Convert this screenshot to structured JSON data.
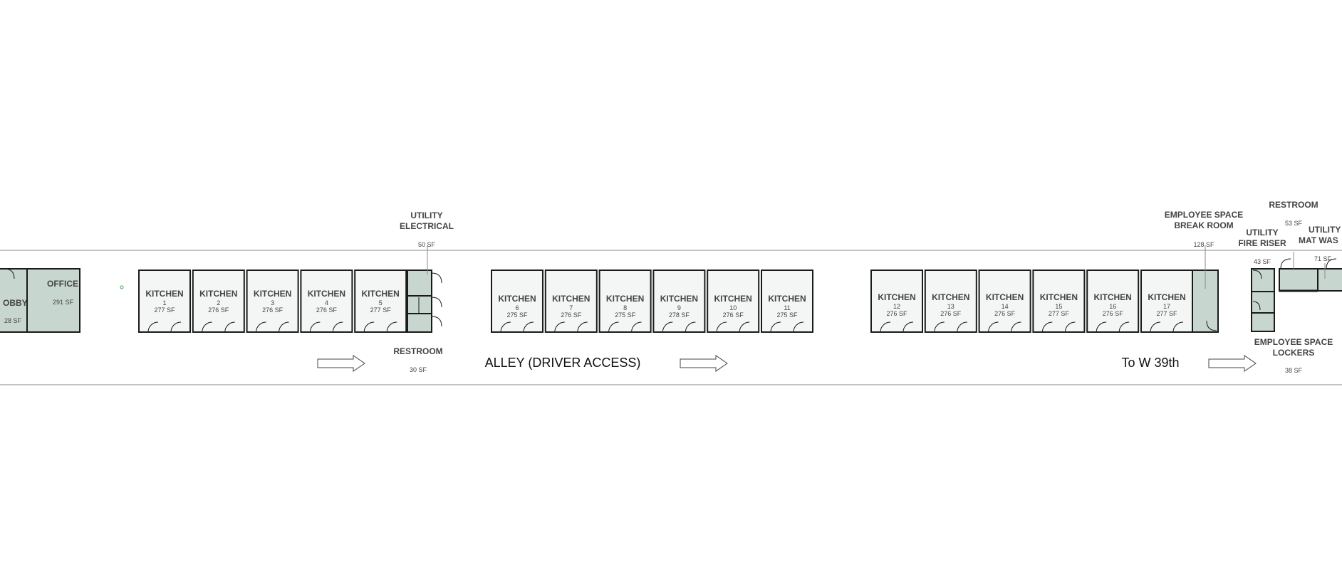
{
  "colors": {
    "shaded": "#c7d6ce",
    "room": "#f4f5f5",
    "wall": "#1a1a1a",
    "line": "#8a8a8a"
  },
  "alley": {
    "label": "ALLEY (DRIVER ACCESS)",
    "street": "To W 39th"
  },
  "lobby": {
    "name": "OBBY",
    "area": "28 SF"
  },
  "office": {
    "name": "OFFICE",
    "area": "291 SF"
  },
  "kitchens": [
    {
      "name": "KITCHEN",
      "number": "1",
      "area": "277 SF"
    },
    {
      "name": "KITCHEN",
      "number": "2",
      "area": "276 SF"
    },
    {
      "name": "KITCHEN",
      "number": "3",
      "area": "276 SF"
    },
    {
      "name": "KITCHEN",
      "number": "4",
      "area": "276 SF"
    },
    {
      "name": "KITCHEN",
      "number": "5",
      "area": "277 SF"
    },
    {
      "name": "KITCHEN",
      "number": "6",
      "area": "275 SF"
    },
    {
      "name": "KITCHEN",
      "number": "7",
      "area": "276 SF"
    },
    {
      "name": "KITCHEN",
      "number": "8",
      "area": "275 SF"
    },
    {
      "name": "KITCHEN",
      "number": "9",
      "area": "278 SF"
    },
    {
      "name": "KITCHEN",
      "number": "10",
      "area": "276 SF"
    },
    {
      "name": "KITCHEN",
      "number": "11",
      "area": "275 SF"
    },
    {
      "name": "KITCHEN",
      "number": "12",
      "area": "276 SF"
    },
    {
      "name": "KITCHEN",
      "number": "13",
      "area": "276 SF"
    },
    {
      "name": "KITCHEN",
      "number": "14",
      "area": "276 SF"
    },
    {
      "name": "KITCHEN",
      "number": "15",
      "area": "277 SF"
    },
    {
      "name": "KITCHEN",
      "number": "16",
      "area": "276 SF"
    },
    {
      "name": "KITCHEN",
      "number": "17",
      "area": "277 SF"
    }
  ],
  "utility_electrical": {
    "line1": "UTILITY",
    "line2": "ELECTRICAL",
    "area": "50 SF"
  },
  "restroom_1": {
    "name": "RESTROOM",
    "area": "30 SF"
  },
  "break_room": {
    "line1": "EMPLOYEE SPACE",
    "line2": "BREAK ROOM",
    "area": "128 SF"
  },
  "fire_riser": {
    "line1": "UTILITY",
    "line2": "FIRE RISER",
    "area": "43 SF"
  },
  "restroom_2": {
    "name": "RESTROOM",
    "area": "53 SF"
  },
  "mat_wash": {
    "line1": "UTILITY",
    "line2": "MAT WAS",
    "area": "71 SF"
  },
  "lockers": {
    "line1": "EMPLOYEE SPACE",
    "line2": "LOCKERS",
    "area": "38 SF"
  }
}
